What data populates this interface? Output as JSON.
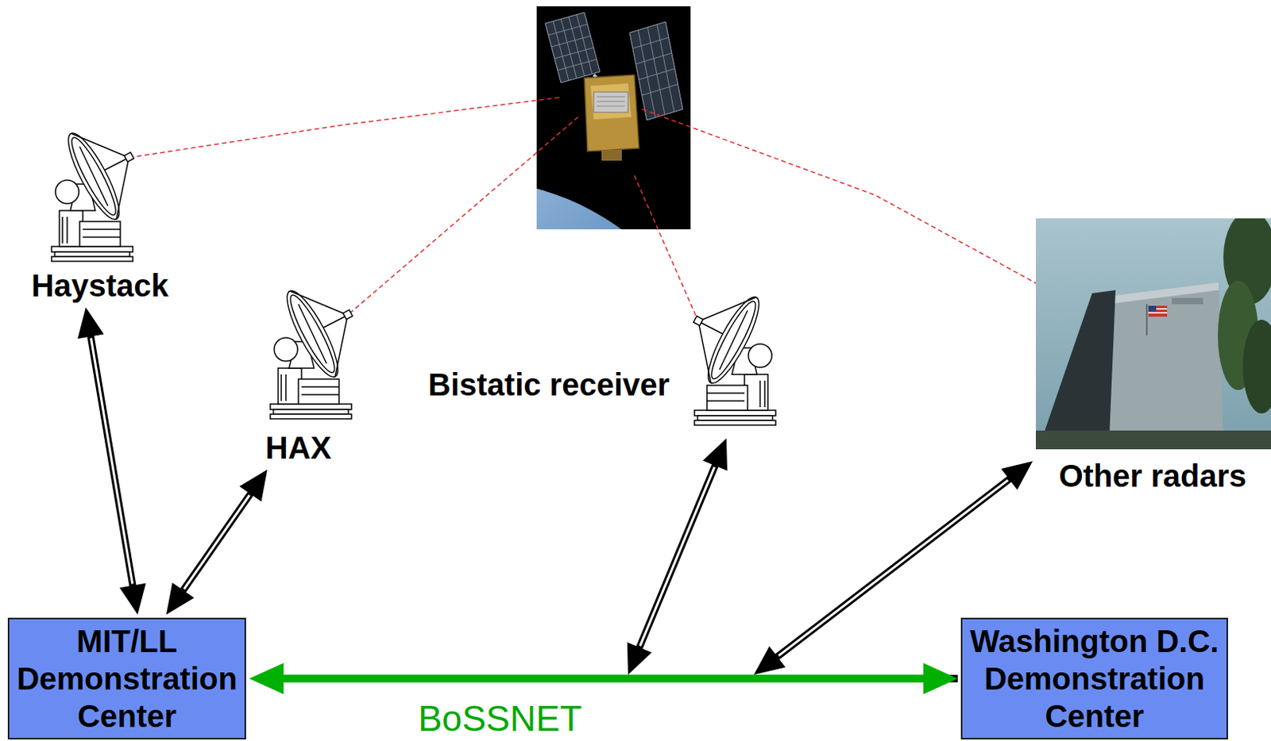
{
  "diagram": {
    "nodes": [
      {
        "text": [
          "Haystack"
        ]
      },
      {
        "text": [
          "HAX"
        ]
      },
      {
        "text": [
          "Bistatic receiver"
        ]
      },
      {
        "text": [
          "Other radars"
        ]
      },
      {
        "text": [
          "MIT/LL Demonstration Center"
        ]
      },
      {
        "text": [
          "Washington D.C. Demonstration Center"
        ]
      }
    ],
    "edges": [
      {
        "from": 4,
        "to": 0,
        "arrow": "both"
      },
      {
        "from": 4,
        "to": 1,
        "arrow": "both"
      },
      {
        "from": 4,
        "to": 5,
        "arrow": "both",
        "label": "BoSSNET"
      },
      {
        "from": 2,
        "to": 5,
        "arrow": "both"
      },
      {
        "from": 3,
        "to": 5,
        "arrow": "both"
      }
    ]
  }
}
